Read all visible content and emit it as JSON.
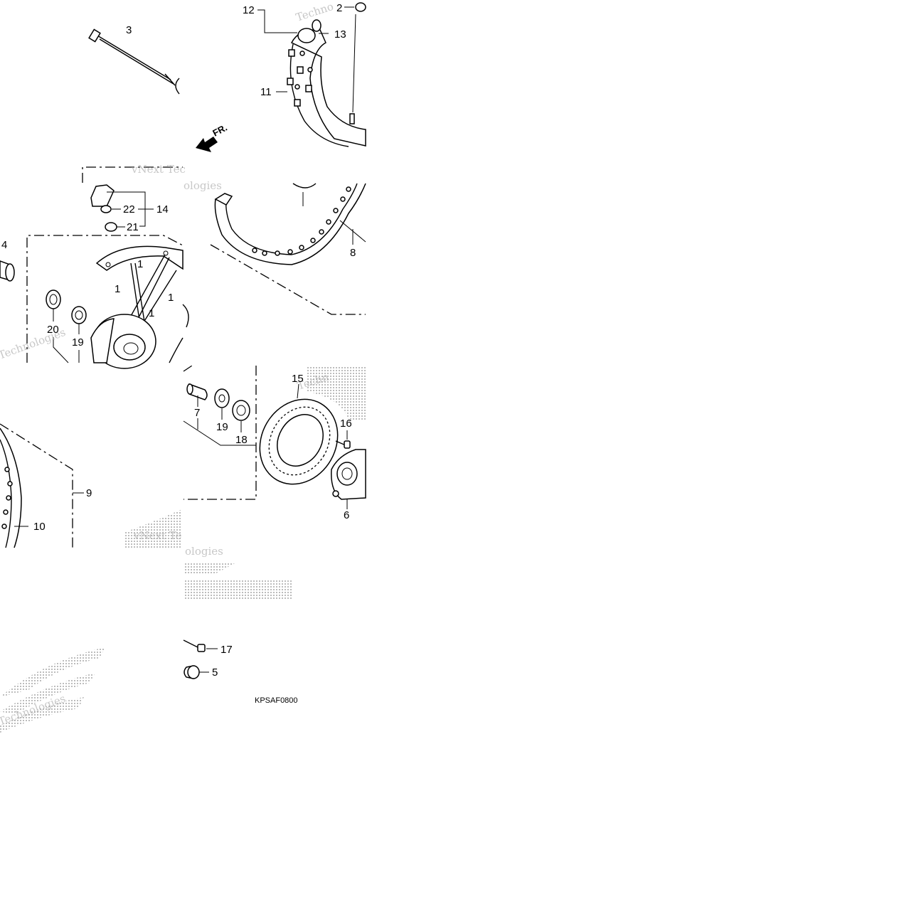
{
  "diagram": {
    "callouts": {
      "c1a": "1",
      "c1b": "1",
      "c1c": "1",
      "c1d": "1",
      "c2": "2",
      "c3": "3",
      "c4": "4",
      "c5": "5",
      "c6": "6",
      "c7": "7",
      "c8": "8",
      "c9": "9",
      "c10": "10",
      "c11": "11",
      "c12": "12",
      "c13": "13",
      "c14": "14",
      "c15": "15",
      "c16": "16",
      "c17": "17",
      "c18": "18",
      "c19a": "19",
      "c19b": "19",
      "c20": "20",
      "c21": "21",
      "c22": "22"
    },
    "direction_label": "FR.",
    "figure_code": "KPSAF0800"
  },
  "colors": {
    "ink": "#000000",
    "watermark": "#9a9a9a",
    "background": "#ffffff"
  }
}
